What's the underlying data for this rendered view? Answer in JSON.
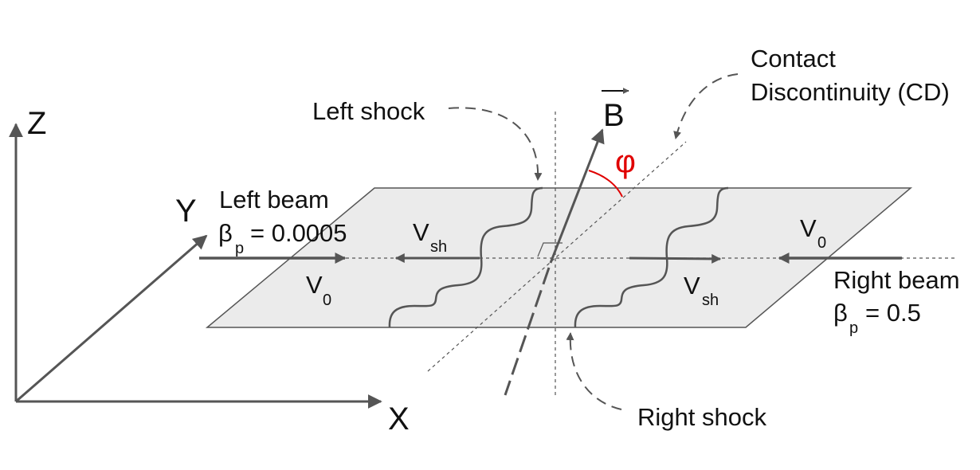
{
  "axes": {
    "x": "X",
    "y": "Y",
    "z": "Z"
  },
  "field": {
    "label": "B",
    "angle_label": "φ"
  },
  "labels": {
    "left_shock": "Left shock",
    "right_shock": "Right shock",
    "cd_line1": "Contact",
    "cd_line2": "Discontinuity (CD)"
  },
  "left_beam": {
    "title": "Left beam",
    "beta": "β",
    "beta_sub": "p",
    "beta_value": "= 0.0005"
  },
  "right_beam": {
    "title": "Right beam",
    "beta": "β",
    "beta_sub": "p",
    "beta_value": "= 0.5"
  },
  "velocities": {
    "v0": "V",
    "v0_sub": "0",
    "vsh": "V",
    "vsh_sub": "sh"
  },
  "colors": {
    "lines": "#555555",
    "plane": "#ebebeb",
    "angle": "#e00000"
  }
}
